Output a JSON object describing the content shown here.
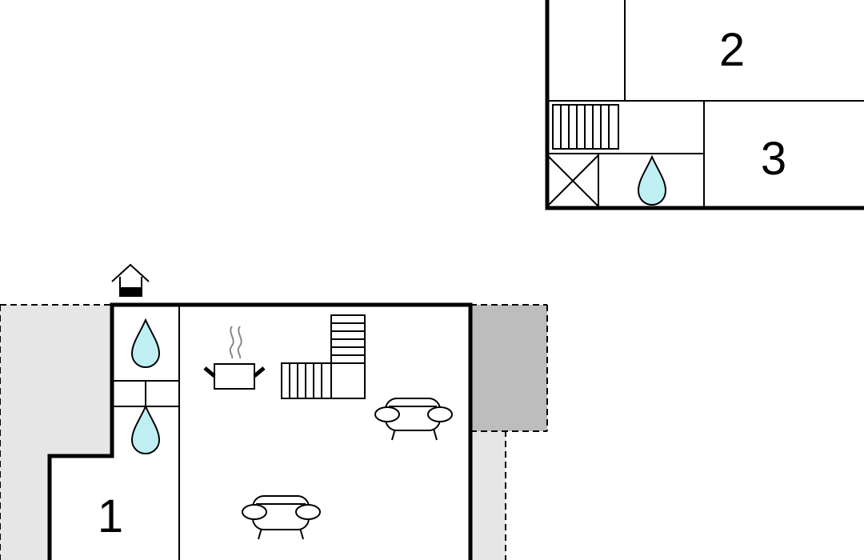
{
  "rooms": [
    {
      "id": "room-1",
      "label": "1"
    },
    {
      "id": "room-2",
      "label": "2"
    },
    {
      "id": "room-3",
      "label": "3"
    }
  ],
  "icons": [
    "entrance-icon",
    "bathroom-drop-icon",
    "kitchen-stove-icon",
    "staircase-icon",
    "sofa-icon",
    "cross-box-icon"
  ],
  "colors": {
    "water_drop": "#bfeff3",
    "terrace_light": "#e6e6e6",
    "terrace_dark": "#bdbdbd",
    "wall": "#000000",
    "background": "#ffffff"
  }
}
